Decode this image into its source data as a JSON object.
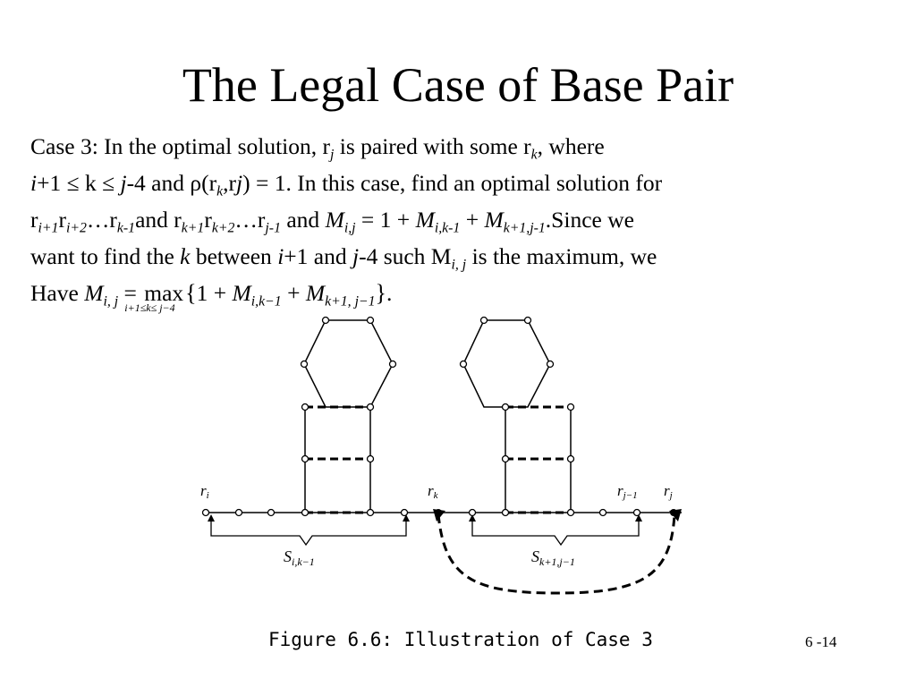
{
  "slide": {
    "title": "The Legal Case of Base Pair",
    "page_number": "6 -14"
  },
  "text": {
    "l1_a": "Case 3: In the optimal solution, r",
    "l1_sub_j": "j",
    "l1_b": " is paired with some r",
    "l1_sub_k": "k",
    "l1_c": ", where",
    "l2_i": "i",
    "l2_a": "+1 ≤ k ≤ ",
    "l2_j": "j",
    "l2_b": "-4 and ρ(r",
    "l2_sub_k": "k",
    "l2_c": ",r",
    "l2_j2": "j",
    "l2_d": ") = 1. In this case, find an optimal solution for",
    "l3_r1": "r",
    "l3_s1": "i+1",
    "l3_r2": "r",
    "l3_s2": "i+2",
    "l3_dots": "…r",
    "l3_s3": "k-1",
    "l3_and1": "and r",
    "l3_s4": "k+1",
    "l3_r5": "r",
    "l3_s5": "k+2",
    "l3_dots2": "…r",
    "l3_s6": "j-1",
    "l3_and2": " and ",
    "l3_M": "M",
    "l3_Msub": "i,j",
    "l3_eq": " = 1 + ",
    "l3_M2": "M",
    "l3_M2sub": "i,k-1",
    "l3_plus": " + ",
    "l3_M3": "M",
    "l3_M3sub": "k+1,j-1",
    "l3_end": ".Since we",
    "l4_a": "want to find the ",
    "l4_k": "k",
    "l4_b": " between ",
    "l4_i": "i",
    "l4_c": "+1 and ",
    "l4_j": "j",
    "l4_d": "-4 such M",
    "l4_sub": "i, j",
    "l4_e": " is the maximum, we",
    "l5_a": "Have ",
    "l5_M": "M",
    "l5_Msub": "i, j",
    "l5_eq": " = ",
    "l5_max": "max",
    "l5_maxsub": "i+1≤k≤ j−4",
    "l5_lb": "{",
    "l5_one": "1 + ",
    "l5_M2": "M",
    "l5_M2sub": "i,k−1",
    "l5_plus": " + ",
    "l5_M3": "M",
    "l5_M3sub": "k+1, j−1",
    "l5_rb": "}",
    "l5_dot": "."
  },
  "figure": {
    "label_ri": "r",
    "label_ri_sub": "i",
    "label_rk": "r",
    "label_rk_sub": "k",
    "label_rj1": "r",
    "label_rj1_sub": "j−1",
    "label_rj": "r",
    "label_rj_sub": "j",
    "label_s1": "S",
    "label_s1_sub": "i,k−1",
    "label_s2": "S",
    "label_s2_sub": "k+1,j−1",
    "caption": "Figure 6.6: Illustration of Case 3"
  }
}
